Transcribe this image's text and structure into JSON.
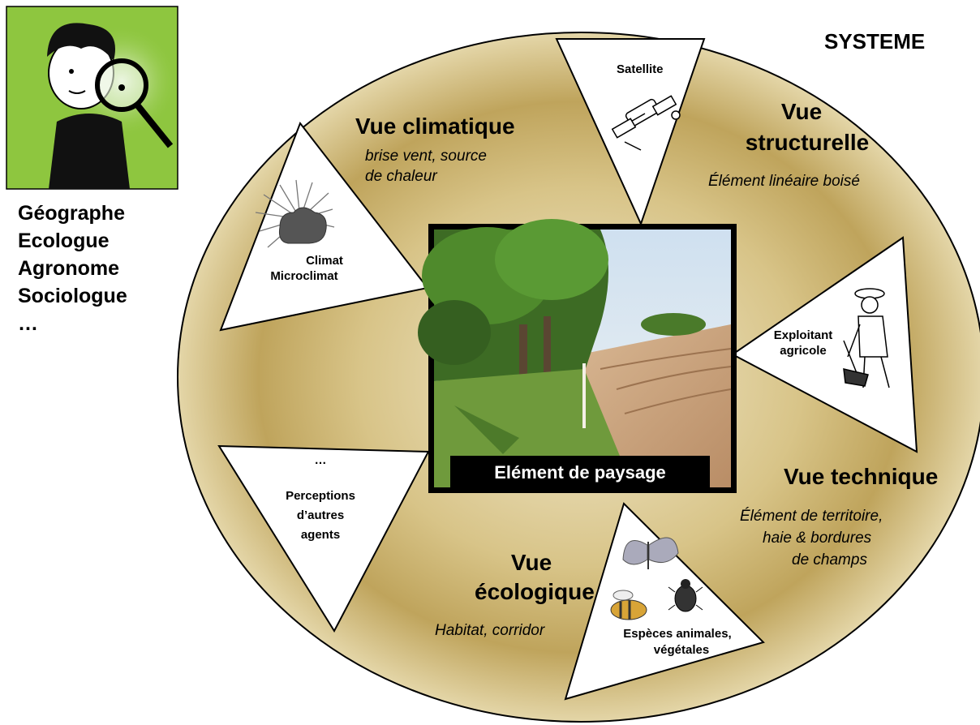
{
  "system_label": "SYSTEME",
  "center_caption": "Elément de paysage",
  "disciplines": [
    "Géographe",
    "Ecologue",
    "Agronome",
    "Sociologue",
    "…"
  ],
  "views": {
    "climatique": {
      "title": "Vue climatique",
      "detail_line1": "brise vent, source",
      "detail_line2": "de chaleur"
    },
    "structurelle": {
      "title_line1": "Vue",
      "title_line2": "structurelle",
      "detail": "Élément linéaire boisé"
    },
    "technique": {
      "title": "Vue technique",
      "detail_line1": "Élément de territoire,",
      "detail_line2": "haie & bordures",
      "detail_line3": "de champs"
    },
    "ecologique": {
      "title_line1": "Vue",
      "title_line2": "écologique",
      "detail": "Habitat, corridor"
    }
  },
  "agents": {
    "satellite": "Satellite",
    "climat_line1": "Climat",
    "climat_line2": "Microclimat",
    "exploitant_line1": "Exploitant",
    "exploitant_line2": "agricole",
    "especes_line1": "Espèces animales,",
    "especes_line2": "végétales",
    "autres_ellipsis": "…",
    "autres_line1": "Perceptions",
    "autres_line2": "d’autres",
    "autres_line3": "agents"
  },
  "colors": {
    "ring_outer": "#c9b06a",
    "ring_inner": "#e8dcb0",
    "ring_border": "#000000",
    "icon_bg": "#8ec63f"
  }
}
